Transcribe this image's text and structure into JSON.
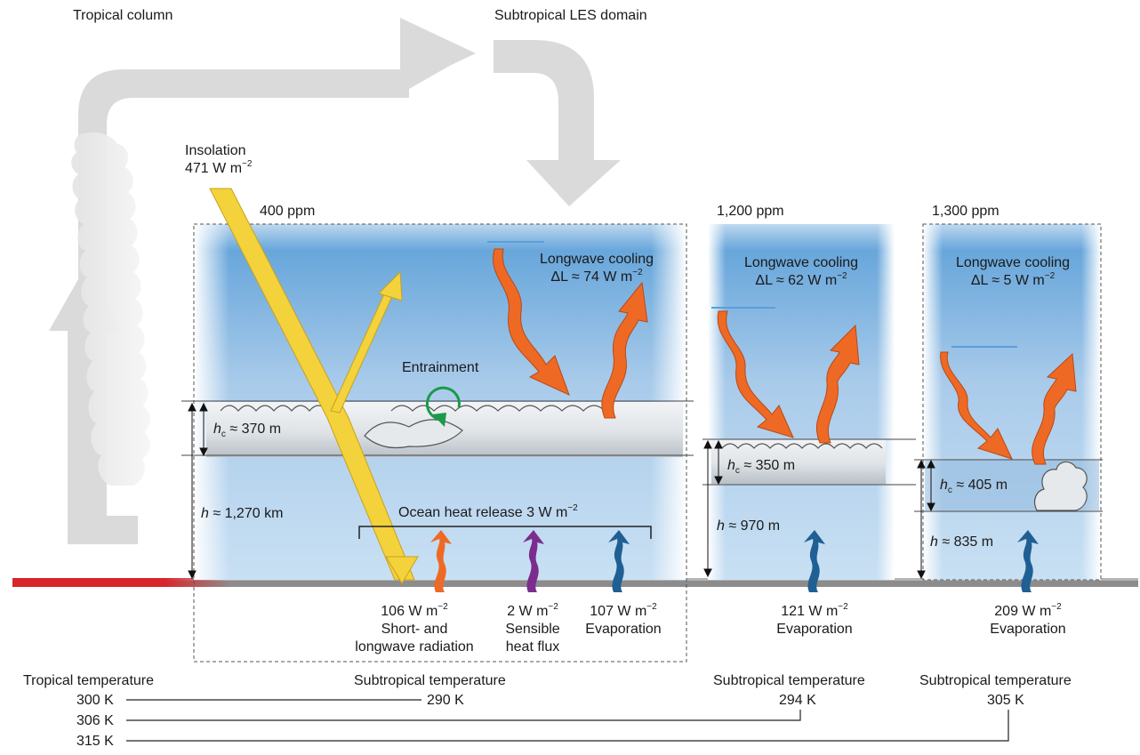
{
  "labels": {
    "tropical_column": "Tropical column",
    "subtropical_les_domain": "Subtropical LES domain",
    "insolation": "Insolation",
    "insolation_value": "471 W m",
    "entrainment": "Entrainment",
    "ocean_heat_release": "Ocean heat release 3 W m"
  },
  "panels": [
    {
      "co2": "400 ppm",
      "cooling_title": "Longwave cooling",
      "delta_l": "ΔL ≈ 74 W m",
      "hc_value": "≈ 370 m",
      "h_value": "≈ 1,270 km",
      "temperature_title": "Subtropical temperature",
      "temperature_value": "290 K"
    },
    {
      "co2": "1,200 ppm",
      "cooling_title": "Longwave cooling",
      "delta_l": "ΔL ≈ 62 W m",
      "hc_value": "≈ 350 m",
      "h_value": "≈ 970 m",
      "temperature_title": "Subtropical temperature",
      "temperature_value": "294 K"
    },
    {
      "co2": "1,300 ppm",
      "cooling_title": "Longwave cooling",
      "delta_l": "ΔL ≈ 5 W m",
      "hc_value": "≈ 405 m",
      "h_value": "≈ 835 m",
      "temperature_title": "Subtropical temperature",
      "temperature_value": "305 K"
    }
  ],
  "fluxes": [
    {
      "value": "106 W m",
      "line1": "Short- and",
      "line2": "longwave radiation",
      "color": "#ee6a24"
    },
    {
      "value": "2 W m",
      "line1": "Sensible",
      "line2": "heat flux",
      "color": "#7b2d8e"
    },
    {
      "value": "107 W m",
      "line1": "Evaporation",
      "line2": "",
      "color": "#1f5f94"
    },
    {
      "value": "121 W m",
      "line1": "Evaporation",
      "line2": "",
      "color": "#1f5f94"
    },
    {
      "value": "209 W m",
      "line1": "Evaporation",
      "line2": "",
      "color": "#1f5f94"
    }
  ],
  "tropical": {
    "title": "Tropical temperature",
    "values": [
      "300 K",
      "306 K",
      "315 K"
    ]
  },
  "symbols": {
    "h": "h",
    "hc_h": "h",
    "hc_sub": "c",
    "exponent": "−2"
  },
  "colors": {
    "sky_blue": "#bcd9f0",
    "sky_deep": "#5b9fd8",
    "cloud": "#d8dde2",
    "ocean_line": "#8a8a8a",
    "warm_strip": "#d8262b",
    "arrow_gray": "#d8d8d8",
    "insolation": "#f4d23c",
    "longwave": "#ee6a24",
    "evaporation": "#1f5f94",
    "sensible": "#7b2d8e",
    "entrainment": "#1a9a4a"
  }
}
